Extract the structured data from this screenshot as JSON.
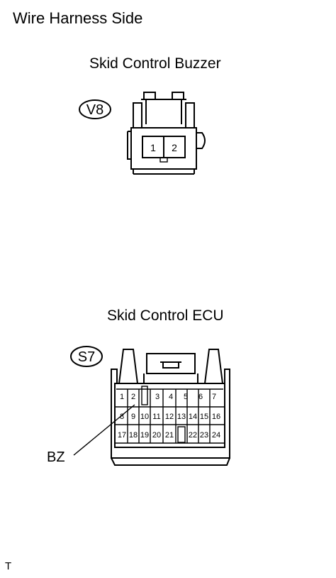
{
  "header": {
    "title": "Wire Harness Side"
  },
  "buzzer": {
    "title": "Skid Control Buzzer",
    "connector_id": "V8",
    "pins": [
      "1",
      "2"
    ]
  },
  "ecu": {
    "title": "Skid Control ECU",
    "connector_id": "S7",
    "pins": [
      "1",
      "2",
      "3",
      "4",
      "5",
      "6",
      "7",
      "8",
      "9",
      "10",
      "11",
      "12",
      "13",
      "14",
      "15",
      "16",
      "17",
      "18",
      "19",
      "20",
      "21",
      "22",
      "23",
      "24"
    ],
    "callout_label": "BZ"
  },
  "footer": {
    "code": "T"
  }
}
